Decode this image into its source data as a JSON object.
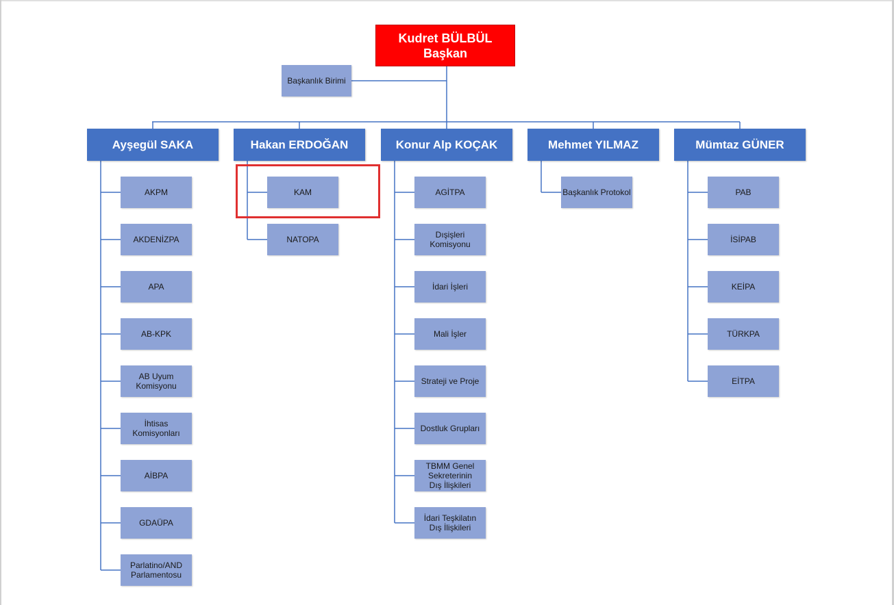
{
  "chairman": {
    "name": "Kudret BÜLBÜL",
    "title": "Başkan"
  },
  "office": {
    "label": "Başkanlık Birimi"
  },
  "branches": [
    {
      "head": "Ayşegül SAKA",
      "units": [
        "AKPM",
        "AKDENİZPA",
        "APA",
        "AB-KPK",
        "AB Uyum\nKomisyonu",
        "İhtisas\nKomisyonları",
        "AİBPA",
        "GDAÜPA",
        "Parlatino/AND\nParlamentosu"
      ]
    },
    {
      "head": "Hakan ERDOĞAN",
      "units": [
        "KAM",
        "NATOPA"
      ]
    },
    {
      "head": "Konur Alp KOÇAK",
      "units": [
        "AGİTPA",
        "Dışişleri\nKomisyonu",
        "İdari İşleri",
        "Mali İşler",
        "Strateji ve Proje",
        "Dostluk Grupları",
        "TBMM Genel\nSekreterinin\nDış İlişkileri",
        "İdari Teşkilatın\nDış İlişkileri"
      ]
    },
    {
      "head": "Mehmet YILMAZ",
      "units": [
        "Başkanlık Protokol"
      ]
    },
    {
      "head": "Mümtaz GÜNER",
      "units": [
        "PAB",
        "İSİPAB",
        "KEİPA",
        "TÜRKPA",
        "EİTPA"
      ]
    }
  ],
  "highlighted_unit": "KAM",
  "colors": {
    "root": "#ff0000",
    "head": "#4472c4",
    "unit": "#8ea3d6",
    "connector": "#4472c4",
    "highlight": "#e03030"
  }
}
